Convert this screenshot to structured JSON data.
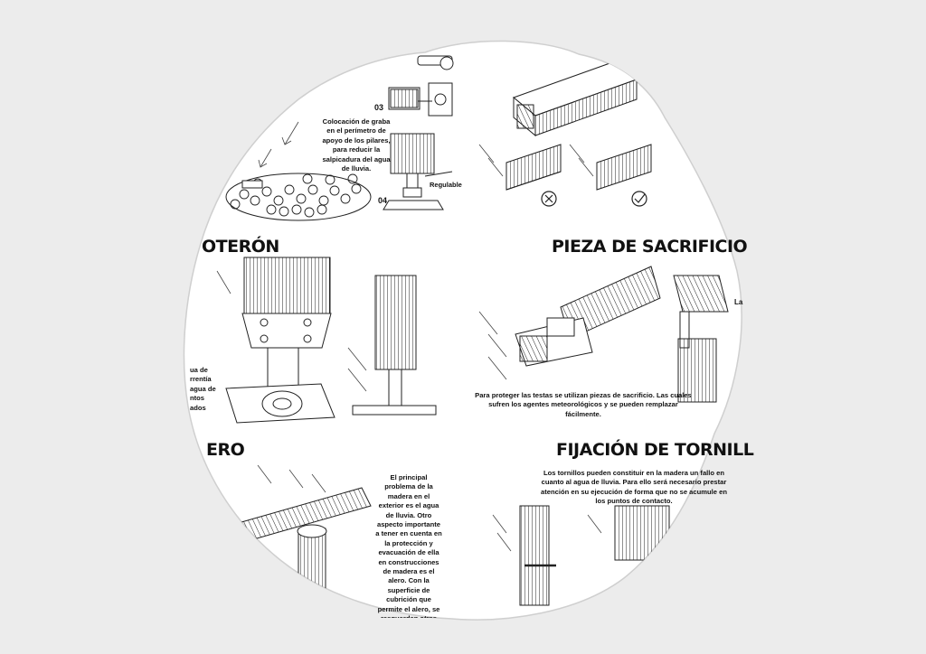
{
  "headings": {
    "guardacanto_fragment": "OTERÓN",
    "sacrificio": "PIEZA DE SACRIFICIO",
    "alero_fragment": "ERO",
    "tornillos": "FIJACIÓN DE TORNILL"
  },
  "steps": {
    "step3": "03",
    "step4": "04",
    "regulable": "Regulable"
  },
  "texts": {
    "grava": "Colocación de graba en el perímetro de apoyo de los pilares, para reducir la salpicadura del agua de lluvia.",
    "left_fragment": "ua de\nrrentía\nagua de\nntos\nados",
    "sacrificio": "Para proteger las testas  se utilizan piezas de sacrificio. Las cuales sufren los agentes meteorológicos y se pueden remplazar fácilmente.",
    "alero": "El principal problema de la madera en el exterior es el agua de lluvia. Otro aspecto importante a tener en cuenta en la protección y evacuación de ella en construcciones de madera es el alero. Con la superficie de cubrición que permite el alero, se resguardan otras piezas de la estructura, mejorando su durabilidad.",
    "tornillos": "Los tornillos pueden constituir en la madera un fallo en cuanto al agua de lluvia. Para ello será necesario prestar atención en su ejecución de forma que no se acumule en los puntos de contacto.",
    "right_edge": "La"
  }
}
